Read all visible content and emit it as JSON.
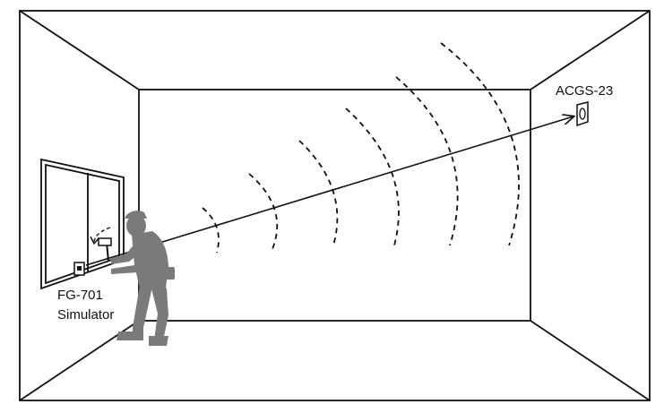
{
  "labels": {
    "receiver": "ACGS-23",
    "simulator_line1": "FG-701",
    "simulator_line2": "Simulator"
  },
  "colors": {
    "stroke": "#111111",
    "person": "#7a7a7a",
    "background": "#ffffff"
  },
  "icons": {
    "person": "person-with-hammer-icon",
    "receiver": "glass-break-detector-icon",
    "simulator": "simulator-device-icon"
  }
}
